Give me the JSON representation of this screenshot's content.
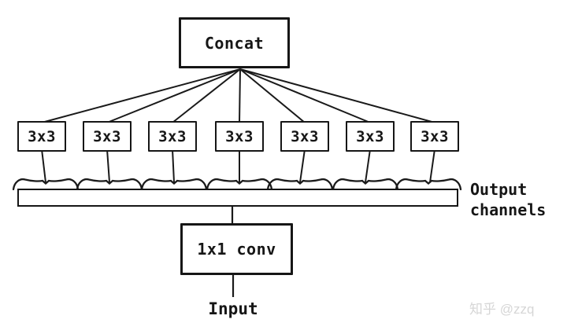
{
  "diagram": {
    "concat": {
      "label": "Concat"
    },
    "branches": [
      {
        "label": "3x3"
      },
      {
        "label": "3x3"
      },
      {
        "label": "3x3"
      },
      {
        "label": "3x3"
      },
      {
        "label": "3x3"
      },
      {
        "label": "3x3"
      },
      {
        "label": "3x3"
      }
    ],
    "output_bar": {
      "label_line1": "Output",
      "label_line2": "channels"
    },
    "conv": {
      "label": "1x1 conv"
    },
    "input": {
      "label": "Input"
    },
    "watermark": {
      "label": "知乎 @zzq"
    },
    "colors": {
      "stroke": "#1a1a1a",
      "box_fill": "#ffffff",
      "background": "#ffffff",
      "watermark_gray": "#d6d6d6"
    }
  }
}
